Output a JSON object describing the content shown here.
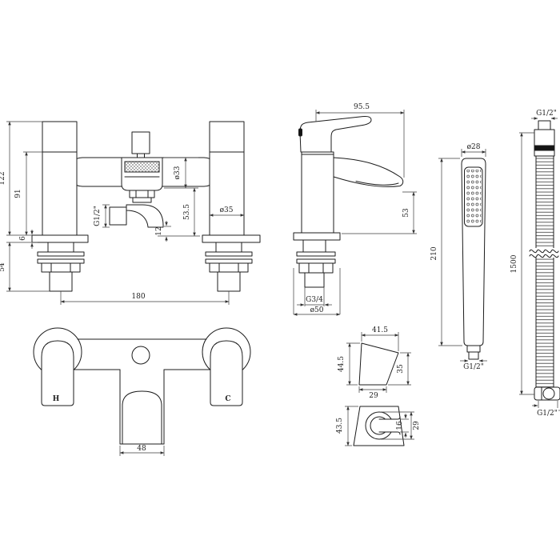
{
  "document": {
    "type": "technical-dimension-drawing",
    "subject": "bath shower mixer tap with handset, hose and wall bracket"
  },
  "colors": {
    "line": "#1c1c1c",
    "dimension_line": "#3c3c3c",
    "background": "#ffffff",
    "hose_band": "#141414"
  },
  "views": {
    "front": {
      "total_height": "122",
      "body_height": "91",
      "deck_thickness": "6",
      "tail_length": "54",
      "cartridge_dia": "ø33",
      "outlet_drop": "53.5",
      "outlet_gap": "12",
      "column_dia": "ø35",
      "outlet_thread": "G1/2\"",
      "hole_centres": "180"
    },
    "side": {
      "depth": "95.5",
      "spout_height": "53",
      "inlet_thread": "G3/4",
      "base_dia": "ø50"
    },
    "plan": {
      "hot": "H",
      "cold": "C",
      "spout_width": "48"
    },
    "handset": {
      "head_dia": "ø28",
      "length": "210",
      "thread": "G1/2\""
    },
    "hose": {
      "top_thread": "G1/2\"",
      "length": "1500",
      "bottom_thread": "G1/2\""
    },
    "bracket_side": {
      "top_width": "41.5",
      "height": "44.5",
      "front_height": "35",
      "base_width": "29"
    },
    "bracket_front": {
      "height": "43.5",
      "slot_width": "16",
      "clip_height": "29"
    }
  }
}
